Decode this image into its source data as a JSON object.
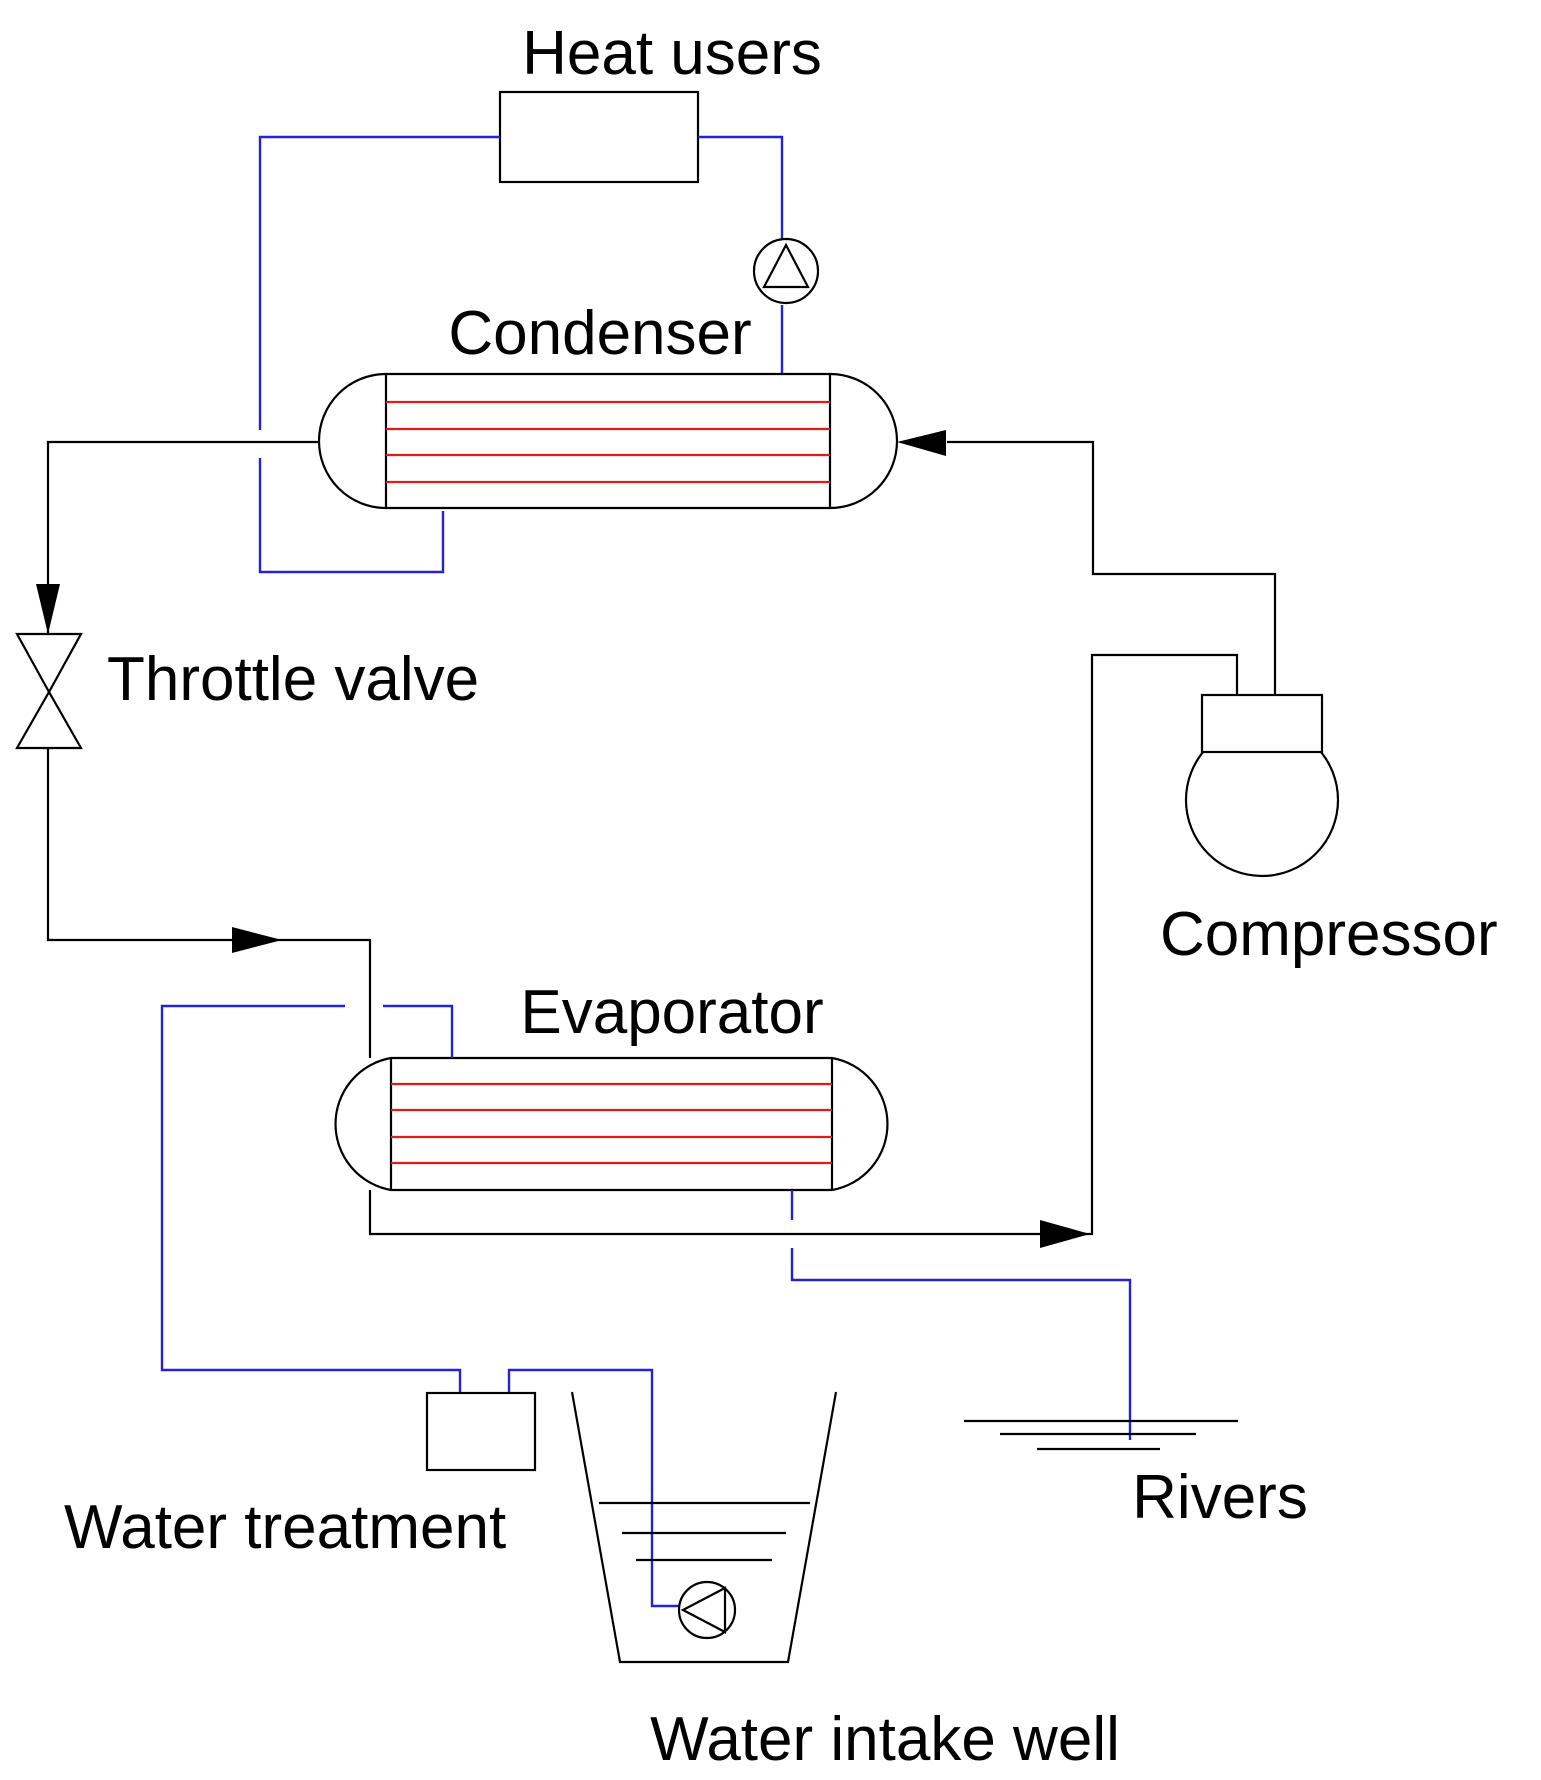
{
  "labels": {
    "heat_users": "Heat users",
    "condenser": "Condenser",
    "throttle_valve": "Throttle valve",
    "compressor": "Compressor",
    "evaporator": "Evaporator",
    "water_treatment": "Water treatment",
    "rivers": "Rivers",
    "water_intake_well": "Water intake well"
  },
  "colors": {
    "refrigerant_line": "#000000",
    "water_line": "#2323d6",
    "heat_exchanger_tubes": "#e01b1b",
    "background": "#ffffff"
  }
}
